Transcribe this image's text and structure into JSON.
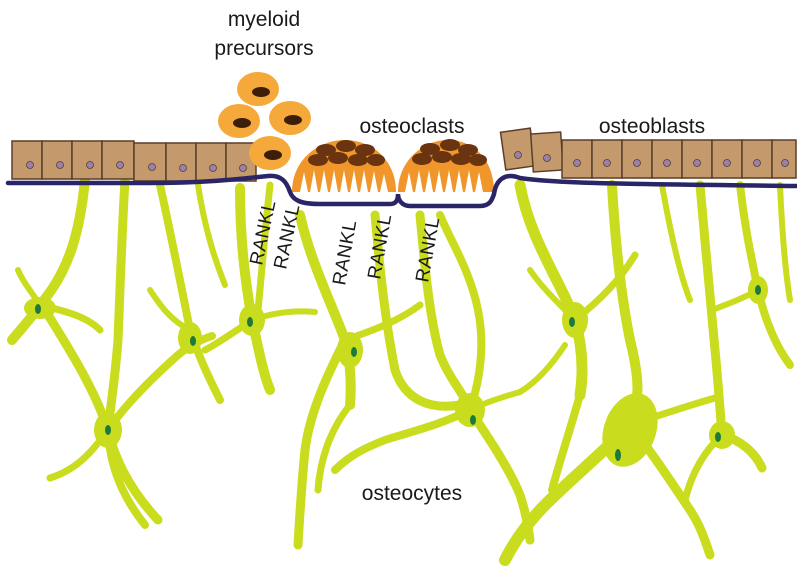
{
  "labels": {
    "myeloid_line1": "myeloid",
    "myeloid_line2": "precursors",
    "osteoclasts": "osteoclasts",
    "osteoblasts": "osteoblasts",
    "osteocytes": "osteocytes",
    "rankl": [
      "RANKL",
      "RANKL",
      "RANKL",
      "RANKL",
      "RANKL"
    ]
  },
  "colors": {
    "osteocyte_fill": "#c9dc1e",
    "osteocyte_nucleus": "#1c7a3a",
    "osteoblast_fill": "#c49a6c",
    "osteoblast_stroke": "#5a3e28",
    "osteoblast_nucleus": "#9a7fb0",
    "bone_line": "#2a2566",
    "osteoclast_fill": "#f0962a",
    "osteoclast_nucleus": "#6a3410",
    "myeloid_fill": "#f4a93a",
    "myeloid_nucleus": "#3d1e08"
  }
}
